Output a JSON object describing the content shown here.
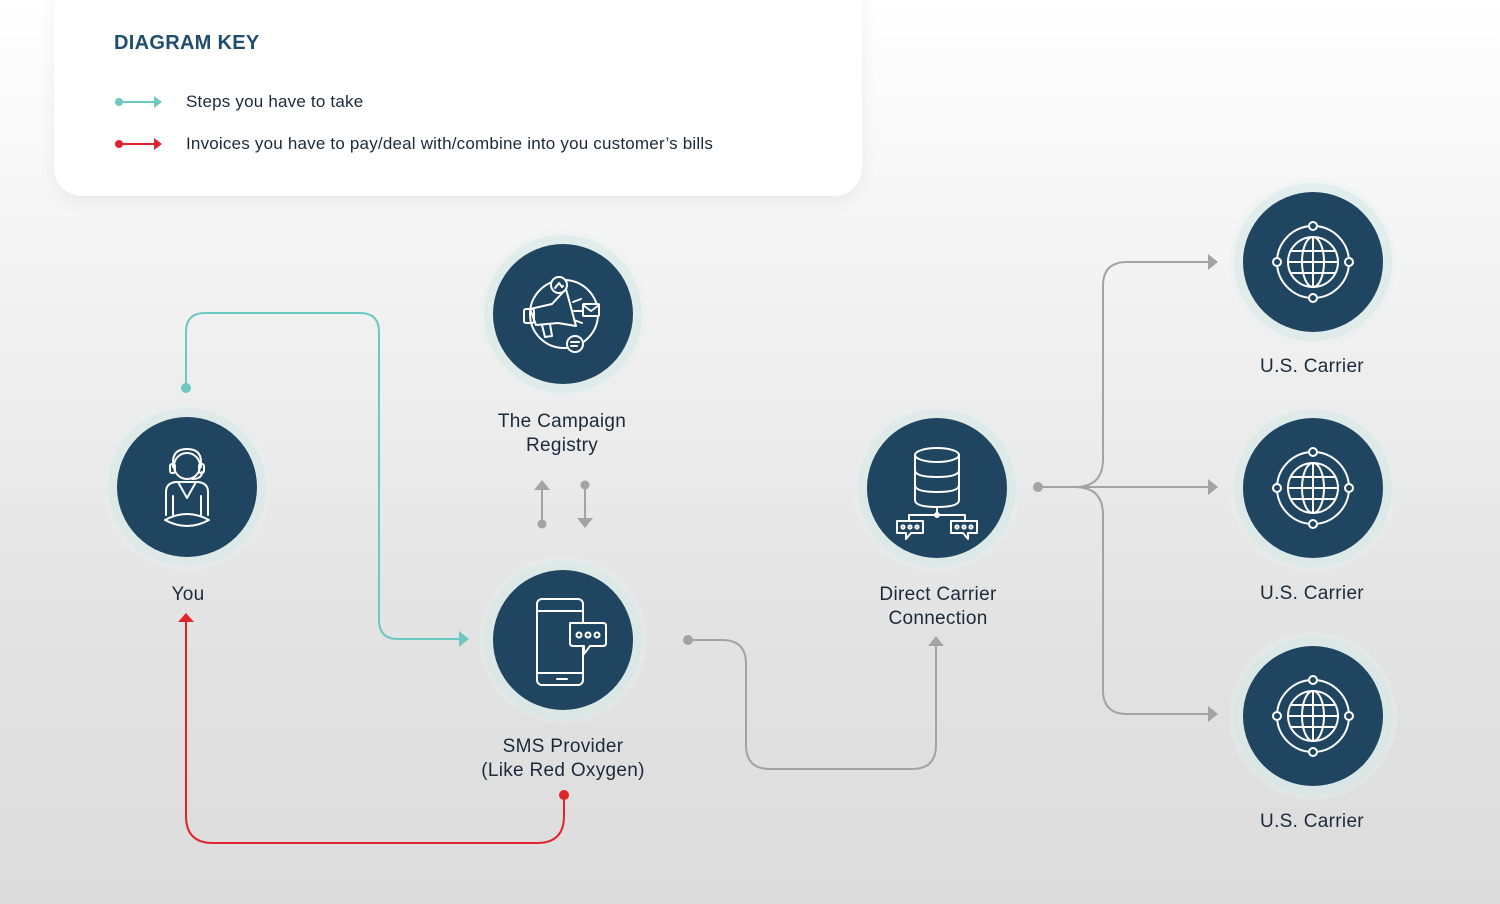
{
  "key": {
    "title": "DIAGRAM KEY",
    "items": [
      {
        "text": "Steps you have to take",
        "color": "#6cc8c1"
      },
      {
        "text": "Invoices you have to pay/deal with/combine into you customer’s bills",
        "color": "#e1232b"
      }
    ]
  },
  "nodes": {
    "you": {
      "label": "You",
      "icon": "person-headset-icon"
    },
    "registry": {
      "label_line1": "The Campaign",
      "label_line2": "Registry",
      "icon": "megaphone-icon"
    },
    "sms": {
      "label_line1": "SMS Provider",
      "label_line2": "(Like Red Oxygen)",
      "icon": "phone-chat-icon"
    },
    "direct": {
      "label_line1": "Direct Carrier",
      "label_line2": "Connection",
      "icon": "database-network-icon"
    },
    "carriers": [
      {
        "label": "U.S. Carrier",
        "icon": "globe-icon"
      },
      {
        "label": "U.S. Carrier",
        "icon": "globe-icon"
      },
      {
        "label": "U.S. Carrier",
        "icon": "globe-icon"
      }
    ]
  },
  "colors": {
    "node": "#1f4561",
    "steps": "#6cc8c1",
    "invoices": "#e1232b",
    "flow": "#a3a3a3"
  }
}
